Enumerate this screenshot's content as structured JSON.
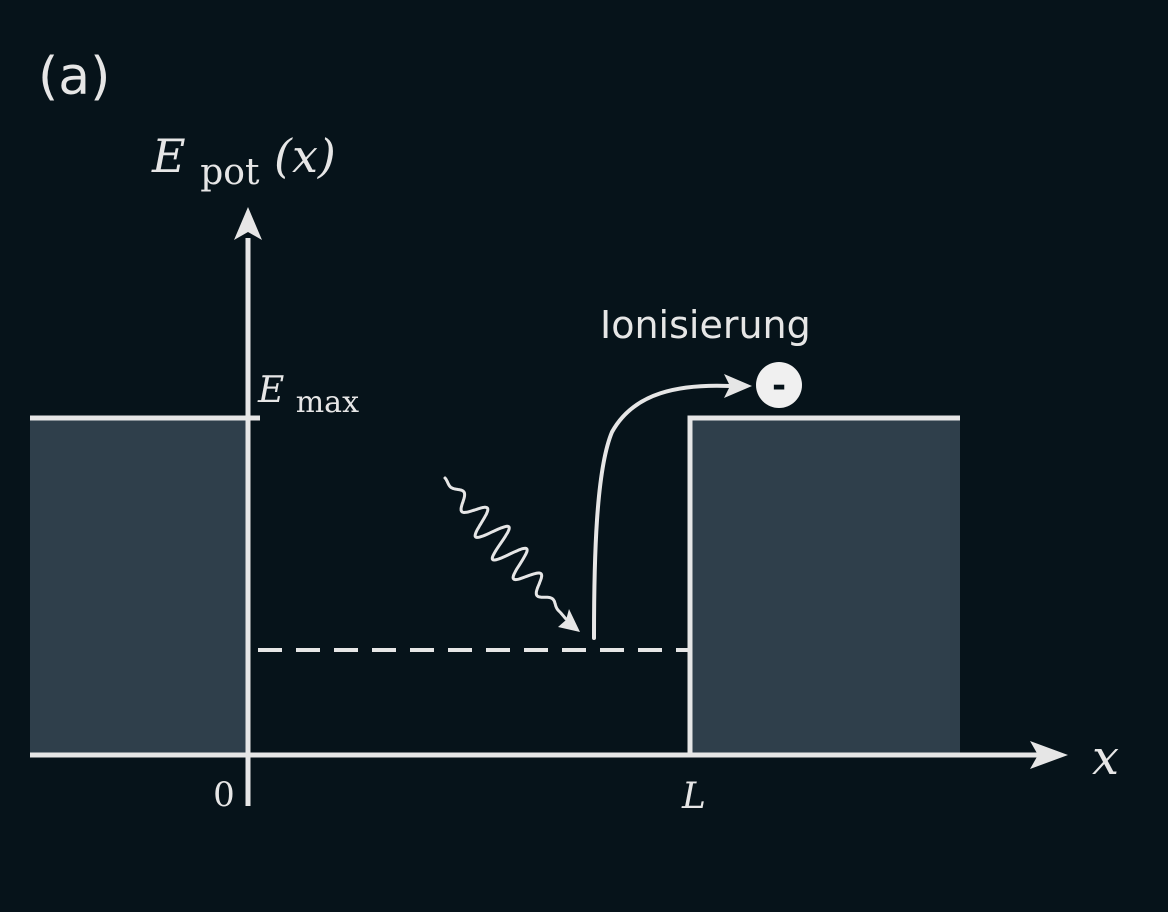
{
  "panel_label": "(a)",
  "y_axis": {
    "symbol": "E",
    "subscript": "pot",
    "argument": "(x)"
  },
  "x_axis_label": "x",
  "e_max": {
    "symbol": "E",
    "subscript": "max"
  },
  "tick_zero": "0",
  "tick_L": "L",
  "ionization_label": "Ionisierung",
  "electron_sign": "-",
  "colors": {
    "background": "#06131a",
    "barrier_fill": "#2f3f4b",
    "line": "#e6e6e6"
  }
}
